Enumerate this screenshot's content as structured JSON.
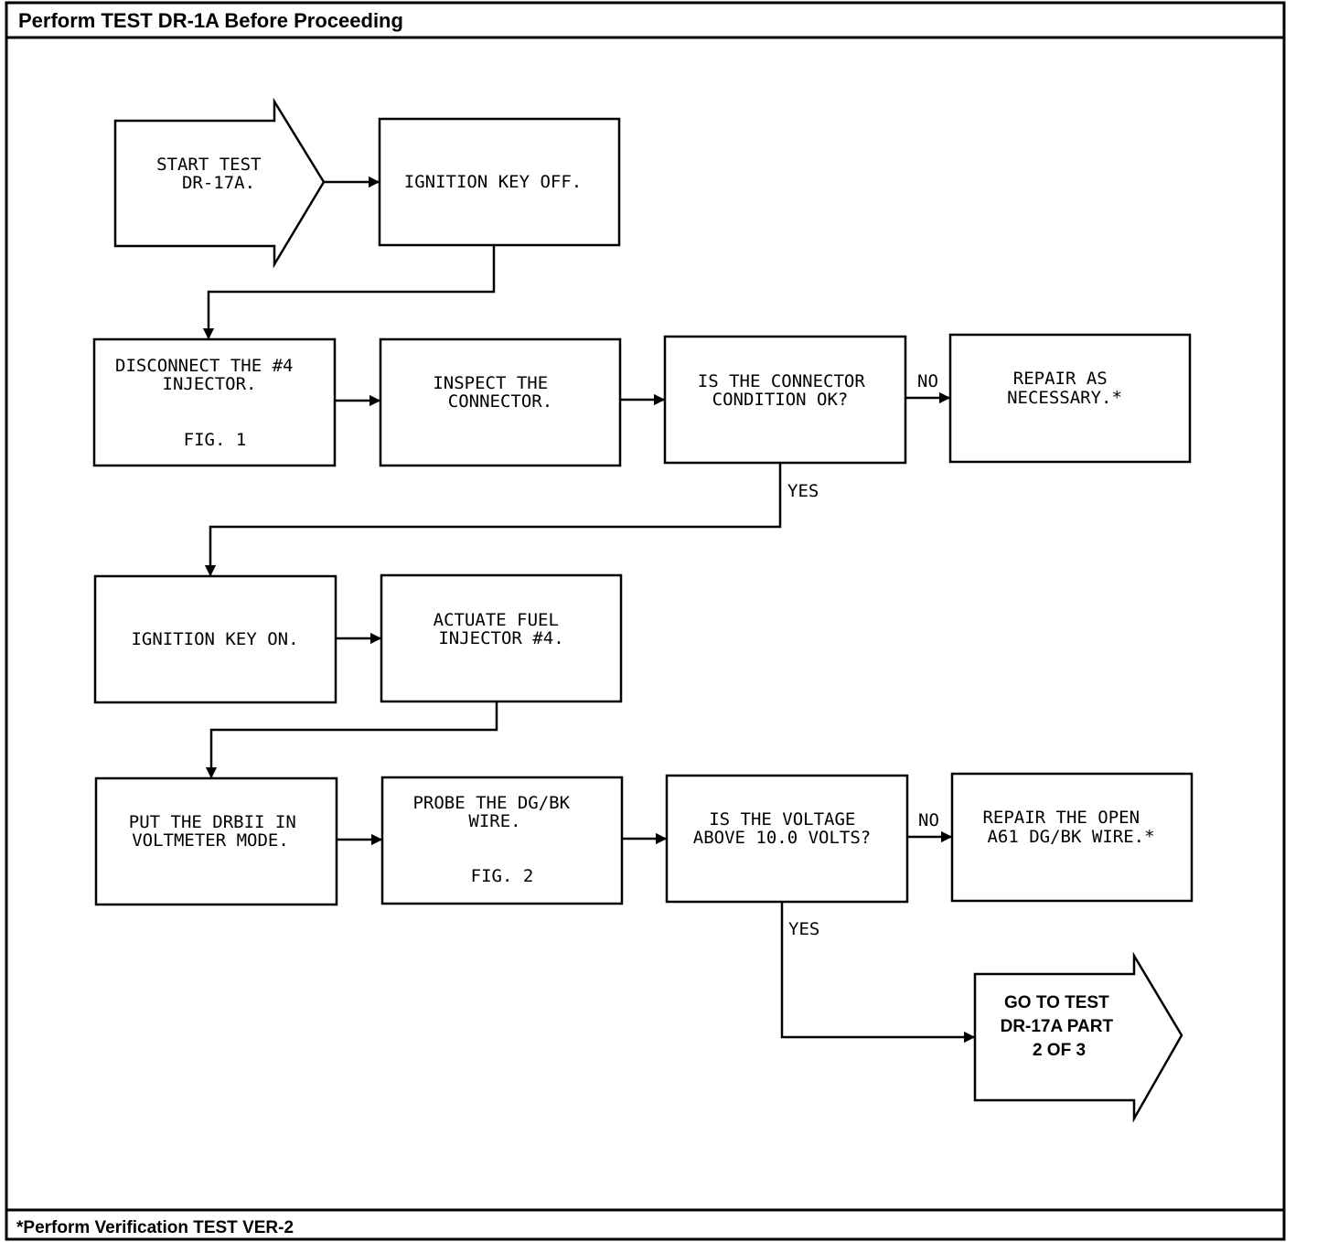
{
  "header": {
    "title": "Perform TEST DR-1A Before Proceeding"
  },
  "footer": {
    "note": "*Perform Verification TEST VER-2"
  },
  "nodes": {
    "start": [
      "START TEST",
      "DR-17A."
    ],
    "ign_off": [
      "IGNITION KEY OFF."
    ],
    "disconnect": [
      "DISCONNECT THE #4",
      "INJECTOR."
    ],
    "disconnect_fig": "FIG. 1",
    "inspect": [
      "INSPECT THE",
      "CONNECTOR."
    ],
    "connector_ok": [
      "IS THE CONNECTOR",
      "CONDITION OK?"
    ],
    "repair1": [
      "REPAIR AS",
      "NECESSARY.*"
    ],
    "ign_on": [
      "IGNITION KEY ON."
    ],
    "actuate": [
      "ACTUATE FUEL",
      "INJECTOR #4."
    ],
    "drbii": [
      "PUT THE DRBII IN",
      "VOLTMETER MODE."
    ],
    "probe": [
      "PROBE THE DG/BK",
      "WIRE."
    ],
    "probe_fig": "FIG. 2",
    "voltage": [
      "IS THE VOLTAGE",
      "ABOVE 10.0 VOLTS?"
    ],
    "repair2": [
      "REPAIR THE OPEN",
      "A61 DG/BK WIRE.*"
    ],
    "goto": [
      "GO TO TEST",
      "DR-17A PART",
      "2 OF 3"
    ]
  },
  "labels": {
    "no": "NO",
    "yes": "YES"
  }
}
